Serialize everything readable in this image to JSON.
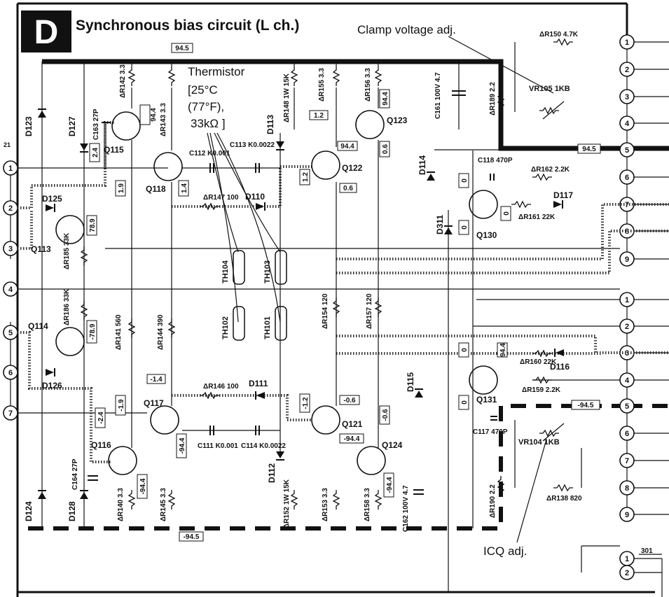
{
  "header": {
    "badge": "D",
    "title": "Synchronous bias circuit (L ch.)",
    "clamp_note": "Clamp voltage adj.",
    "icq_note": "ICQ adj."
  },
  "thermistor_note": [
    "Thermistor",
    "[25°C",
    "(77°F),",
    "33kΩ ]"
  ],
  "left_connector": [
    "1",
    "2",
    "3",
    "4",
    "5",
    "6",
    "7"
  ],
  "right_connector_a": [
    "1",
    "2",
    "3",
    "4",
    "5",
    "6",
    "7",
    "8",
    "9"
  ],
  "right_connector_b": [
    "1",
    "2",
    "3",
    "4",
    "5",
    "6",
    "7",
    "8",
    "9"
  ],
  "right_connector_c": [
    "1",
    "2"
  ],
  "connector_c_id": "301",
  "edge_mark": "21",
  "rails": {
    "top": "94.5",
    "right": "94.5",
    "bottom": "-94.5",
    "right_neg": "-94.5"
  },
  "voltages": [
    {
      "id": "v1",
      "text": "94.4"
    },
    {
      "id": "v2",
      "text": "2.4"
    },
    {
      "id": "v3",
      "text": "1.9"
    },
    {
      "id": "v4",
      "text": "78.9"
    },
    {
      "id": "v5",
      "text": "1.4"
    },
    {
      "id": "v6",
      "text": "1.2"
    },
    {
      "id": "v7",
      "text": "94.4"
    },
    {
      "id": "v8",
      "text": "1.2"
    },
    {
      "id": "v9",
      "text": "94.4"
    },
    {
      "id": "v10",
      "text": "0.6"
    },
    {
      "id": "v11",
      "text": "0.6"
    },
    {
      "id": "v12",
      "text": "94.4"
    },
    {
      "id": "v13",
      "text": "0"
    },
    {
      "id": "v14",
      "text": "0"
    },
    {
      "id": "v15",
      "text": "0"
    },
    {
      "id": "v16",
      "text": "-78.9"
    },
    {
      "id": "v17",
      "text": "-1.4"
    },
    {
      "id": "v18",
      "text": "-1.9"
    },
    {
      "id": "v19",
      "text": "-2.4"
    },
    {
      "id": "v20",
      "text": "-94.4"
    },
    {
      "id": "v21",
      "text": "-94.4"
    },
    {
      "id": "v22",
      "text": "-1.2"
    },
    {
      "id": "v23",
      "text": "-0.6"
    },
    {
      "id": "v24",
      "text": "-94.4"
    },
    {
      "id": "v25",
      "text": "-0.6"
    },
    {
      "id": "v26",
      "text": "-94.4"
    },
    {
      "id": "v27",
      "text": "0"
    },
    {
      "id": "v28",
      "text": "0"
    }
  ],
  "transistors": [
    "Q115",
    "Q118",
    "Q113",
    "Q122",
    "Q123",
    "Q130",
    "Q114",
    "Q117",
    "Q116",
    "Q121",
    "Q124",
    "Q131"
  ],
  "diodes": [
    "D123",
    "D127",
    "D125",
    "D113",
    "D110",
    "D114",
    "D311",
    "D117",
    "D126",
    "D111",
    "D112",
    "D115",
    "D116",
    "D124",
    "D128"
  ],
  "thermistors": [
    "TH104",
    "TH103",
    "TH102",
    "TH101"
  ],
  "resistors": [
    {
      "id": "R142",
      "value": "3.3"
    },
    {
      "id": "R143",
      "value": "3.3"
    },
    {
      "id": "R148",
      "value": "1W 15K"
    },
    {
      "id": "R155",
      "value": "3.3"
    },
    {
      "id": "R156",
      "value": "3.3"
    },
    {
      "id": "R189",
      "value": "2.2"
    },
    {
      "id": "R150",
      "value": "4.7K"
    },
    {
      "id": "R162",
      "value": "2.2K"
    },
    {
      "id": "R161",
      "value": "22K"
    },
    {
      "id": "R185",
      "value": "33K"
    },
    {
      "id": "R147",
      "value": "100"
    },
    {
      "id": "R186",
      "value": "33K"
    },
    {
      "id": "R141",
      "value": "560"
    },
    {
      "id": "R144",
      "value": "390"
    },
    {
      "id": "R154",
      "value": "120"
    },
    {
      "id": "R157",
      "value": "120"
    },
    {
      "id": "R160",
      "value": "22K"
    },
    {
      "id": "R159",
      "value": "2.2K"
    },
    {
      "id": "R146",
      "value": "100"
    },
    {
      "id": "R140",
      "value": "3.3"
    },
    {
      "id": "R145",
      "value": "3.3"
    },
    {
      "id": "R152",
      "value": "1W 15K"
    },
    {
      "id": "R153",
      "value": "3.3"
    },
    {
      "id": "R158",
      "value": "3.3"
    },
    {
      "id": "R190",
      "value": "2.2"
    },
    {
      "id": "R138",
      "value": "820"
    }
  ],
  "capacitors": [
    {
      "id": "C163",
      "value": "27P"
    },
    {
      "id": "C112",
      "value": "K0.001"
    },
    {
      "id": "C113",
      "value": "K0.0022"
    },
    {
      "id": "C161",
      "value": "100V 4.7"
    },
    {
      "id": "C118",
      "value": "470P"
    },
    {
      "id": "C164",
      "value": "27P"
    },
    {
      "id": "C111",
      "value": "K0.001"
    },
    {
      "id": "C114",
      "value": "K0.0022"
    },
    {
      "id": "C117",
      "value": "470P"
    },
    {
      "id": "C162",
      "value": "100V 4.7"
    }
  ],
  "trimmers": [
    {
      "id": "VR105",
      "value": "1KB"
    },
    {
      "id": "VR104",
      "value": "1KB"
    }
  ]
}
